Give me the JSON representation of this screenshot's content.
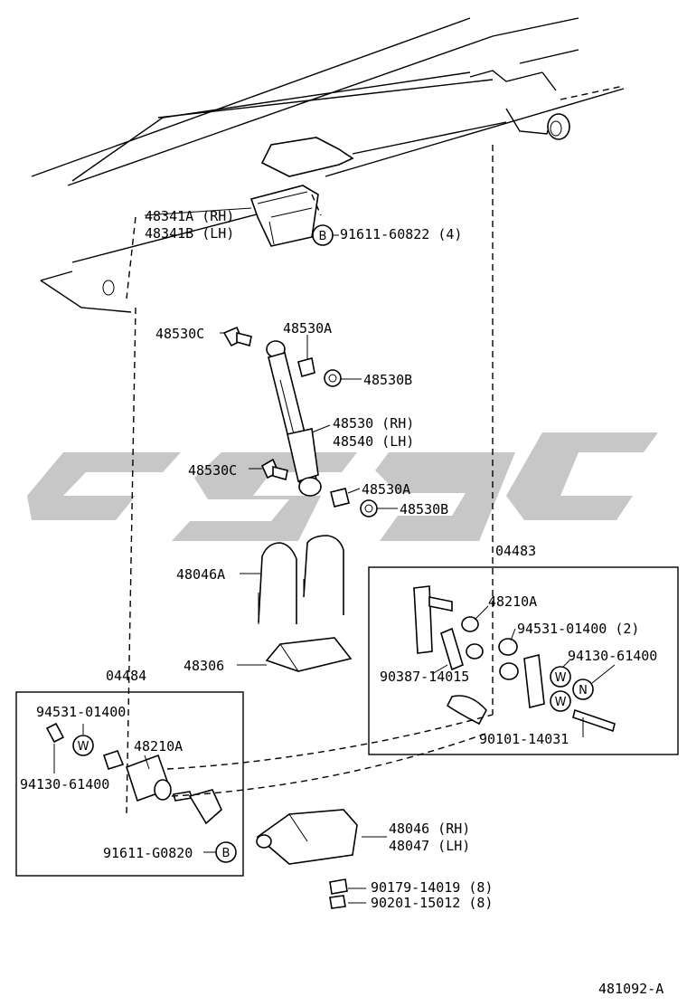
{
  "labels": {
    "l_48341a": "48341A (RH)",
    "l_48341b": "48341B (LH)",
    "l_91611_60822": "91611-60822 (4)",
    "l_48530c_top": "48530C",
    "l_48530a_top": "48530A",
    "l_48530b_top": "48530B",
    "l_48530": "48530 (RH)",
    "l_48540": "48540 (LH)",
    "l_48530c_bot": "48530C",
    "l_48530a_bot": "48530A",
    "l_48530b_bot": "48530B",
    "l_04483": "04483",
    "l_48046a": "48046A",
    "l_48210a_right": "48210A",
    "l_94531_2": "94531-01400 (2)",
    "l_90387": "90387-14015",
    "l_94130_right": "94130-61400",
    "l_48306": "48306",
    "l_04484": "04484",
    "l_94531_left": "94531-01400",
    "l_48210a_left": "48210A",
    "l_94130_left": "94130-61400",
    "l_90101": "90101-14031",
    "l_48046": "48046 (RH)",
    "l_48047": "48047 (LH)",
    "l_91611_g0820": "91611-G0820",
    "l_90179": "90179-14019 (8)",
    "l_90201": "90201-15012 (8)",
    "l_diagram_id": "481092-A"
  },
  "markers": {
    "b_top": "B",
    "w_right1": "W",
    "w_right2": "W",
    "n_right": "N",
    "w_left": "W",
    "b_left": "B"
  }
}
